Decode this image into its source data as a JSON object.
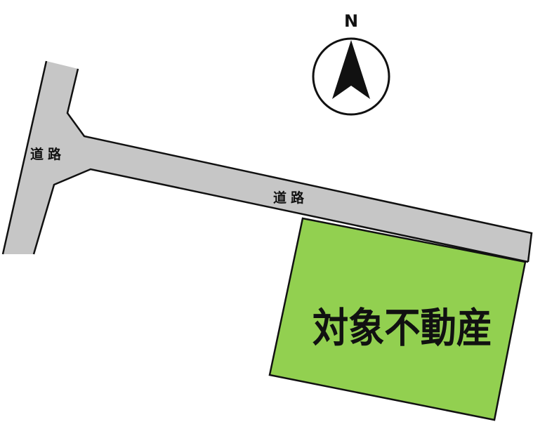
{
  "map": {
    "road_label_vertical": "道路",
    "road_label_horizontal": "道路",
    "property_label": "対象不動産",
    "north_label": "N"
  },
  "colors": {
    "road_fill": "#c6c6c6",
    "property_fill": "#92d050",
    "outline": "#111111",
    "background": "#ffffff"
  },
  "icons": [
    "north-arrow-icon"
  ]
}
